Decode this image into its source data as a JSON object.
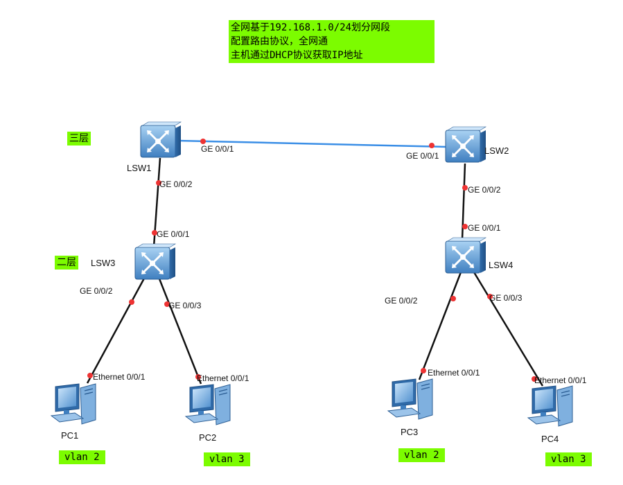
{
  "note": {
    "lines": [
      "全网基于192.168.1.0/24划分网段",
      "配置路由协议，全网通",
      "主机通过DHCP协议获取IP地址"
    ]
  },
  "layer_tags": {
    "layer3": "三层",
    "layer2": "二层"
  },
  "devices": {
    "lsw1": "LSW1",
    "lsw2": "LSW2",
    "lsw3": "LSW3",
    "lsw4": "LSW4",
    "pc1": "PC1",
    "pc2": "PC2",
    "pc3": "PC3",
    "pc4": "PC4"
  },
  "ports": {
    "lsw1_lsw2": "GE 0/0/1",
    "lsw2_lsw1": "GE 0/0/1",
    "lsw1_down": "GE 0/0/2",
    "lsw3_up": "GE 0/0/1",
    "lsw2_down": "GE 0/0/2",
    "lsw4_up": "GE 0/0/1",
    "lsw3_pc1": "GE 0/0/2",
    "lsw3_pc2": "GE 0/0/3",
    "lsw4_pc3": "GE 0/0/2",
    "lsw4_pc4": "GE 0/0/3",
    "pc1_eth": "Ethernet 0/0/1",
    "pc2_eth": "Ethernet 0/0/1",
    "pc3_eth": "Ethernet 0/0/1",
    "pc4_eth": "Ethernet 0/0/1"
  },
  "vlans": {
    "pc1": "vlan 2",
    "pc2": "vlan 3",
    "pc3": "vlan 2",
    "pc4": "vlan 3"
  },
  "colors": {
    "note_bg": "#7cfc00",
    "trunk_link": "#3a8ee6",
    "access_link": "#111111",
    "port_dot": "#ee3333",
    "switch_body": "#5b9bd5"
  },
  "icons": {
    "switch": "l3-switch-icon",
    "pc": "pc-icon"
  }
}
